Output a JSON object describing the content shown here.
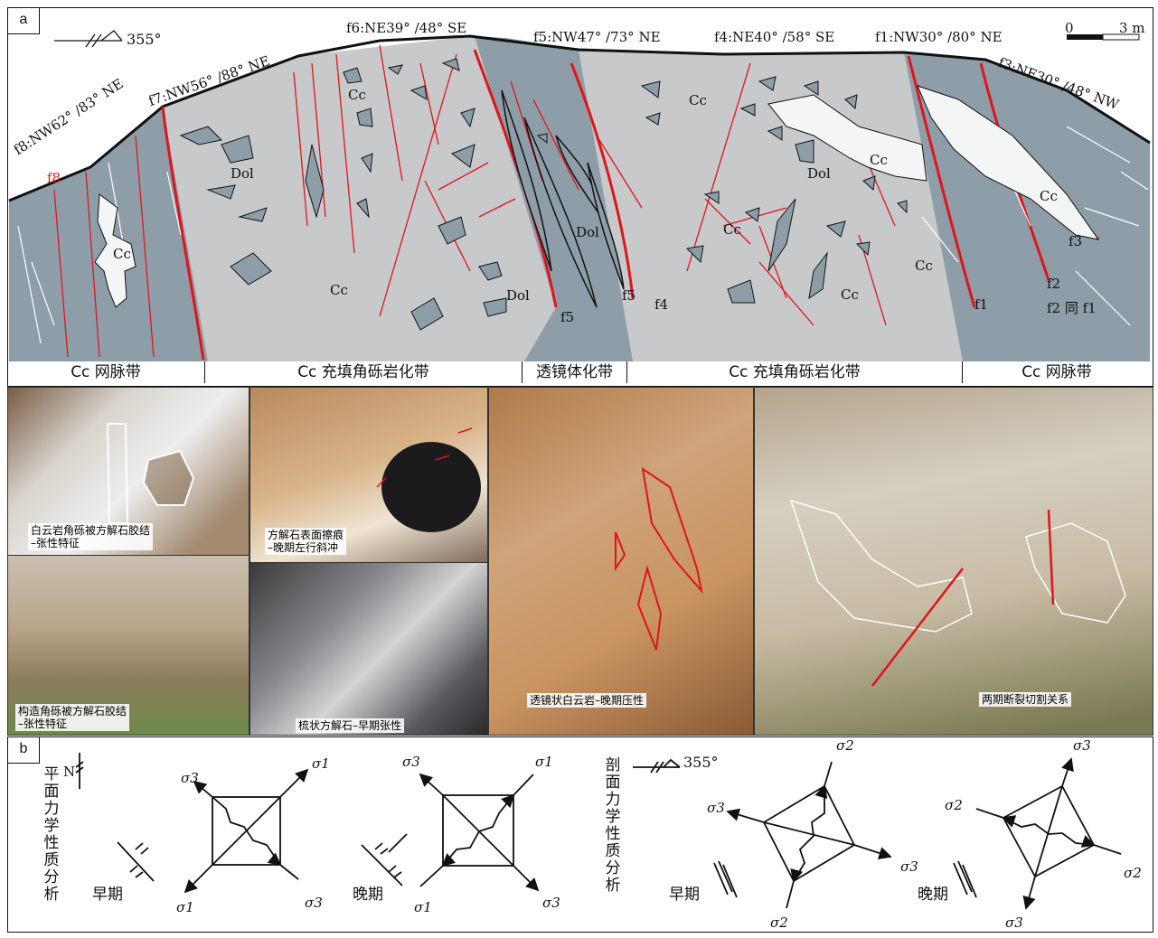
{
  "panel_a": {
    "letter": "a",
    "orientation": "355°",
    "scale": {
      "zero": "0",
      "end": "3 m"
    },
    "faults": {
      "f8": "f8:NW62° /83° NE",
      "f7": "f7:NW56° /88° NE",
      "f6": "f6:NE39° /48° SE",
      "f5": "f5:NW47° /73° NE",
      "f4": "f4:NE40° /58° SE",
      "f1": "f1:NW30° /80° NE",
      "f3": "f3:NE30° /48° NW"
    },
    "labels": {
      "cc": "Cc",
      "dol": "Dol",
      "f8": "f8",
      "f5": "f5",
      "f4": "f4",
      "f1": "f1",
      "f2": "f2",
      "f3": "f3",
      "f2same": "f2 同 f1"
    },
    "zones": [
      "Cc 网脉带",
      "Cc 充填角砾岩化带",
      "透镜体化带",
      "Cc 充填角砾岩化带",
      "Cc 网脉带"
    ]
  },
  "photos": [
    "白云岩角砾被方解石胶结\n–张性特征",
    "方解石表面擦痕\n–晚期左行斜冲",
    "构造角砾被方解石胶结\n–张性特征",
    "梳状方解石–早期张性",
    "透镜状白云岩–晚期压性",
    "两期断裂切割关系"
  ],
  "panel_b": {
    "letter": "b",
    "plane_title": "平面力学性质分析",
    "section_title": "剖面力学性质分析",
    "north": "N",
    "orientation": "355°",
    "early": "早期",
    "late": "晚期",
    "sigma1": "σ1",
    "sigma2": "σ2",
    "sigma3": "σ3"
  },
  "colors": {
    "rock": "#c8c9cb",
    "zone": "#8e9ea8",
    "fault": "#e0141b",
    "calcite": "#f4f6f5"
  }
}
